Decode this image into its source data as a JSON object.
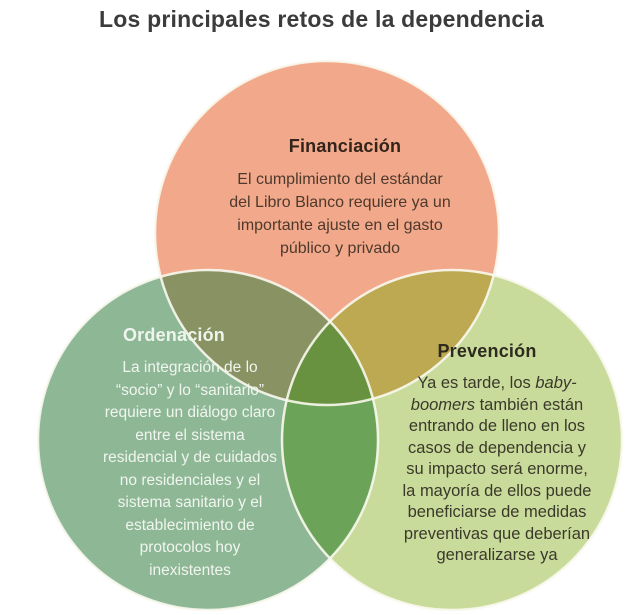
{
  "title": "Los principales retos de la dependencia",
  "chart_data": {
    "type": "venn",
    "title": "Los principales retos de la dependencia",
    "sets": [
      {
        "name": "Financiación",
        "description": "El cumplimiento del estándar del Libro Blanco requiere ya un importante ajuste en el gasto público y privado",
        "position": "top",
        "color": "#F2A98B"
      },
      {
        "name": "Ordenación",
        "description": "La integración de lo “socio” y lo “sanitario” requiere un diálogo claro entre el sistema residencial y de cuidados no residenciales y el sistema sanitario y el establecimiento de protocolos hoy inexistentes",
        "position": "bottom-left",
        "color": "#8EB796"
      },
      {
        "name": "Prevención",
        "description": "Ya es tarde, los baby-boomers también están entrando de lleno en los casos de dependencia y su impacto será enorme, la mayoría de ellos puede beneficiarse de medidas preventivas que deberían generalizarse ya",
        "position": "bottom-right",
        "color": "#C9DB9B"
      }
    ]
  },
  "circles": {
    "financiacion": {
      "label": "Financiación",
      "body": "El cumplimiento del estándar\ndel Libro Blanco requiere ya un\nimportante ajuste en el gasto\npúblico y privado"
    },
    "ordenacion": {
      "label": "Ordenación",
      "body": "La integración de lo\n“socio” y lo “sanitario”\nrequiere un diálogo claro\nentre el sistema\nresidencial y de cuidados\nno residenciales  y el\nsistema sanitario y el\nestablecimiento de\nprotocolos hoy\ninexistentes"
    },
    "prevencion": {
      "label": "Prevención",
      "body_segments": [
        {
          "text": "Ya es tarde, los ",
          "italic": false
        },
        {
          "text": "baby-\nboomers",
          "italic": true
        },
        {
          "text": " también están\nentrando de lleno en los\ncasos de dependencia y\nsu impacto será enorme,\nla mayoría de ellos puede\nbeneficiarse de medidas\npreventivas que deberían\ngeneralizarse ya",
          "italic": false
        }
      ]
    }
  },
  "colors": {
    "title_text": "#3B3B3B",
    "financiacion_fill": "#F2A98B",
    "ordenacion_fill": "#8EB796",
    "prevencion_fill": "#C9DB9B",
    "overlap_fin_ord": "#889263",
    "overlap_fin_prev": "#BCA952",
    "overlap_ord_prev": "#6BA458",
    "overlap_center": "#68923F",
    "circle_outline": "#FAF8EE",
    "financiacion_heading_text": "#33241B",
    "financiacion_body_text": "#4E392C",
    "ordenacion_heading_text": "#EFF5EC",
    "ordenacion_body_text": "#F0F5EE",
    "prevencion_heading_text": "#2D2B1D",
    "prevencion_body_text": "#3B392A"
  }
}
